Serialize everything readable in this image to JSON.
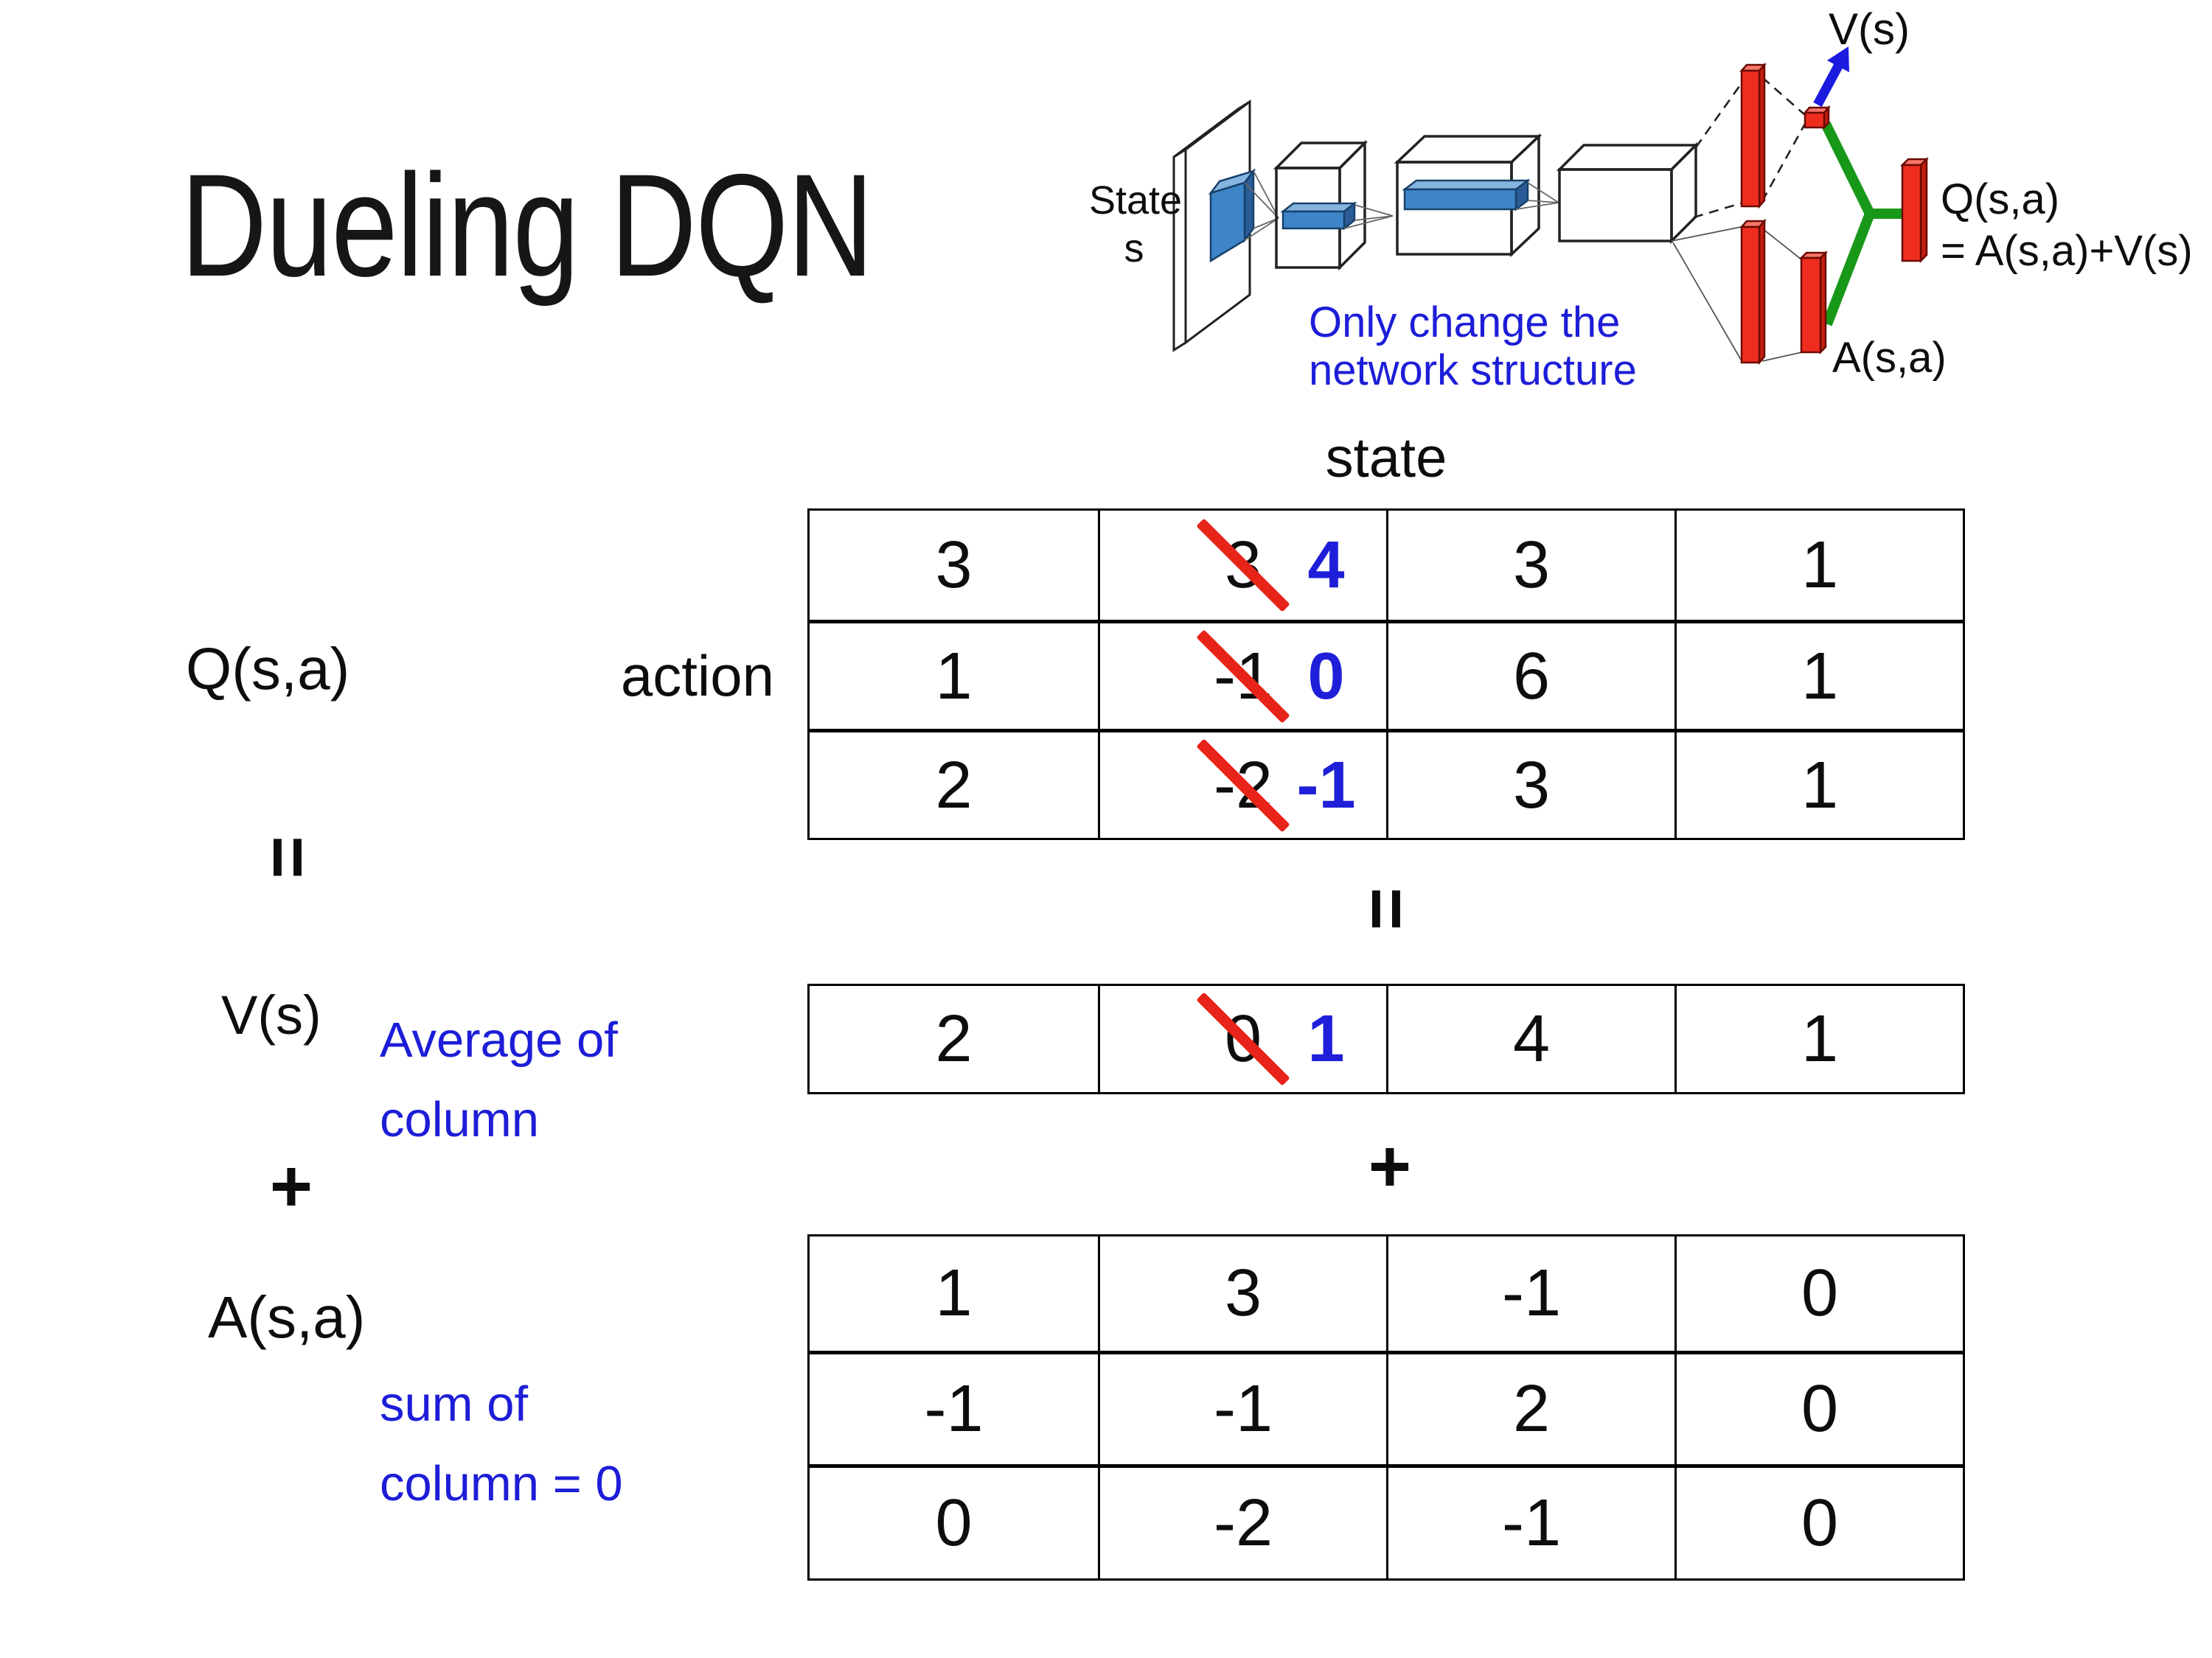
{
  "slide": {
    "title": "Dueling DQN"
  },
  "diagram": {
    "state_line1": "State",
    "state_line2": "s",
    "note_line1": "Only change the",
    "note_line2": "network structure",
    "v_out_label": "V(s)",
    "q_out_line1": "Q(s,a)",
    "q_out_line2": "= A(s,a)+V(s)",
    "a_out_label": "A(s,a)"
  },
  "equation": {
    "q_label": "Q(s,a)",
    "equals_left": "=",
    "equals_center": "=",
    "v_label": "V(s)",
    "plus_left": "+",
    "plus_center": "+",
    "a_label": "A(s,a)",
    "state_header": "state",
    "action_label": "action",
    "avg_note_line1": "Average of",
    "avg_note_line2": "column",
    "sum_note_line1": "sum of",
    "sum_note_line2": "column = 0"
  },
  "colors": {
    "strike_red": "#e8231a",
    "replacement_blue": "#1f1fd9",
    "note_blue": "#1d1dd8",
    "bar_red": "#ee2d1e",
    "connector_green": "#189818",
    "feature_blue": "#3d85c8"
  },
  "q_table": {
    "rows": [
      [
        {
          "v": "3"
        },
        {
          "old": "3",
          "new": "4"
        },
        {
          "v": "3"
        },
        {
          "v": "1"
        }
      ],
      [
        {
          "v": "1"
        },
        {
          "old": "-1",
          "new": "0"
        },
        {
          "v": "6"
        },
        {
          "v": "1"
        }
      ],
      [
        {
          "v": "2"
        },
        {
          "old": "-2",
          "new": "-1"
        },
        {
          "v": "3"
        },
        {
          "v": "1"
        }
      ]
    ]
  },
  "v_table": {
    "rows": [
      [
        {
          "v": "2"
        },
        {
          "old": "0",
          "new": "1"
        },
        {
          "v": "4"
        },
        {
          "v": "1"
        }
      ]
    ]
  },
  "a_table": {
    "rows": [
      [
        {
          "v": "1"
        },
        {
          "v": "3"
        },
        {
          "v": "-1"
        },
        {
          "v": "0"
        }
      ],
      [
        {
          "v": "-1"
        },
        {
          "v": "-1"
        },
        {
          "v": "2"
        },
        {
          "v": "0"
        }
      ],
      [
        {
          "v": "0"
        },
        {
          "v": "-2"
        },
        {
          "v": "-1"
        },
        {
          "v": "0"
        }
      ]
    ]
  }
}
